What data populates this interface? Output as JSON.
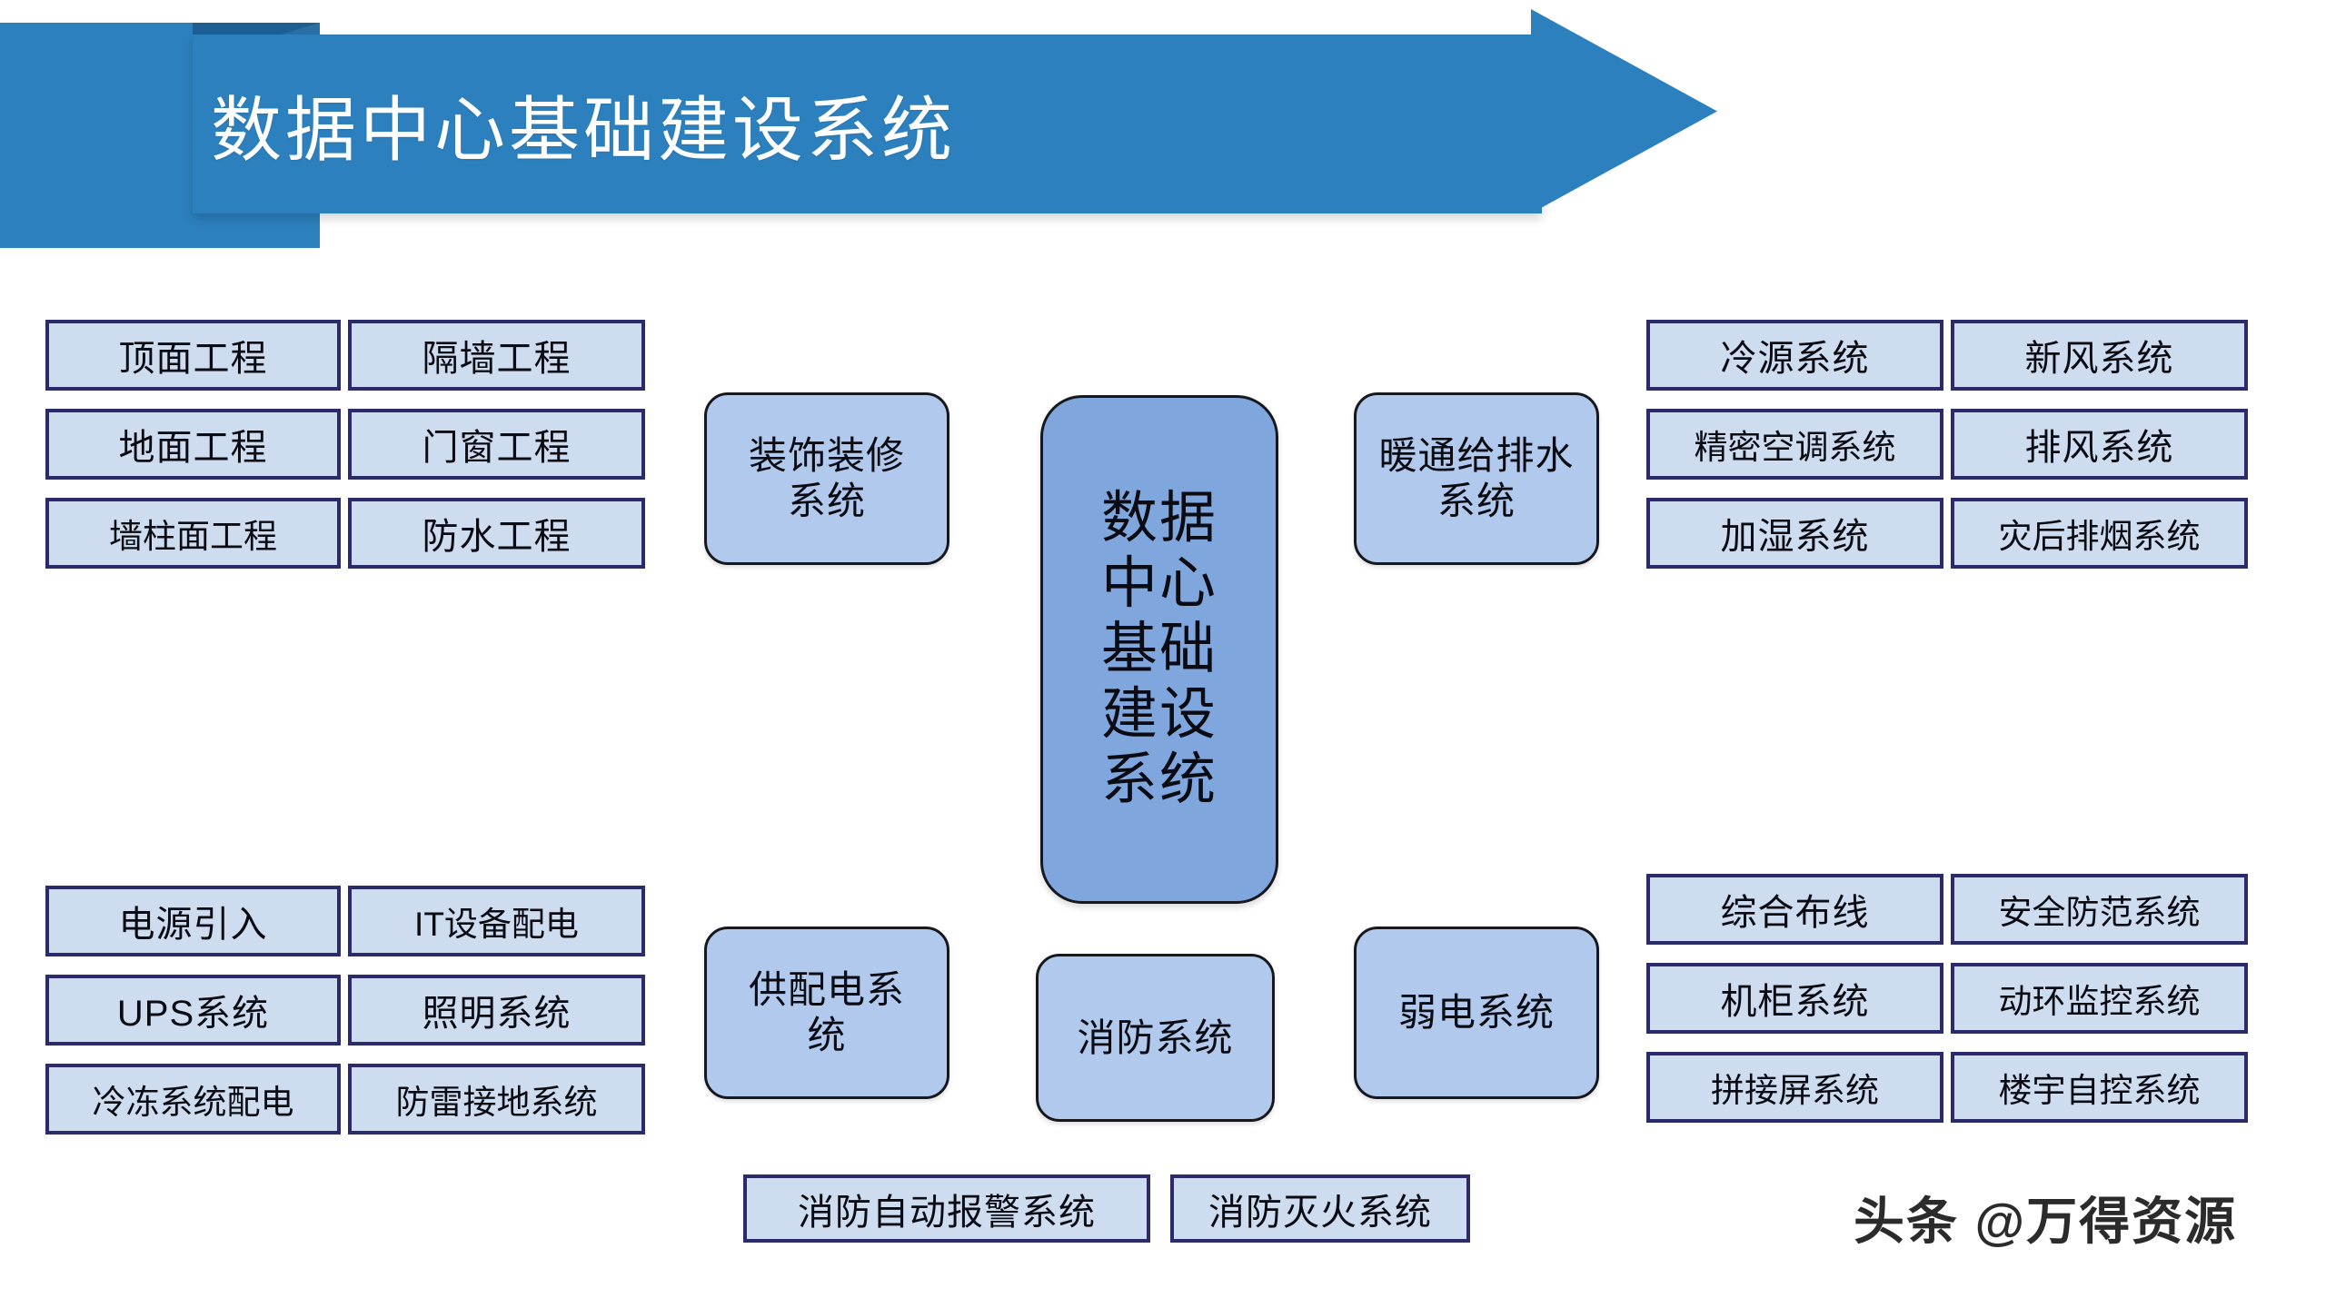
{
  "banner": {
    "title": "数据中心基础建设系统",
    "bar_color": "#2d80be",
    "fold_color": "#1d5f93",
    "title_color": "#ffffff"
  },
  "theme": {
    "leaf_fill": "#cedcf0",
    "leaf_border": "#2b2b6b",
    "node_fill": "#b1c9ec",
    "node_border": "#16181d",
    "hub_fill": "#7fa6dd",
    "text_color": "#0b0b14",
    "background": "#ffffff"
  },
  "hub": {
    "label": "数据中心基础建设系统"
  },
  "groups": {
    "decoration": {
      "node_label": "装饰装修系统",
      "leaves": [
        "顶面工程",
        "隔墙工程",
        "地面工程",
        "门窗工程",
        "墙柱面工程",
        "防水工程"
      ]
    },
    "hvac": {
      "node_label": "暖通给排水系统",
      "leaves": [
        "冷源系统",
        "新风系统",
        "精密空调系统",
        "排风系统",
        "加湿系统",
        "灾后排烟系统"
      ]
    },
    "power": {
      "node_label": "供配电系统",
      "leaves": [
        "电源引入",
        "IT设备配电",
        "UPS系统",
        "照明系统",
        "冷冻系统配电",
        "防雷接地系统"
      ]
    },
    "weak_current": {
      "node_label": "弱电系统",
      "leaves": [
        "综合布线",
        "安全防范系统",
        "机柜系统",
        "动环监控系统",
        "拼接屏系统",
        "楼宇自控系统"
      ]
    },
    "fire": {
      "node_label": "消防系统",
      "leaves": [
        "消防自动报警系统",
        "消防灭火系统"
      ]
    }
  },
  "watermark": {
    "text": "头条 @万得资源"
  },
  "chart_data": {
    "type": "diagram",
    "diagram_kind": "hierarchy-mindmap",
    "title": "数据中心基础建设系统",
    "center": "数据中心基础建设系统",
    "branches": [
      {
        "name": "装饰装修系统",
        "position": "left-top",
        "children": [
          "顶面工程",
          "隔墙工程",
          "地面工程",
          "门窗工程",
          "墙柱面工程",
          "防水工程"
        ]
      },
      {
        "name": "暖通给排水系统",
        "position": "right-top",
        "children": [
          "冷源系统",
          "新风系统",
          "精密空调系统",
          "排风系统",
          "加湿系统",
          "灾后排烟系统"
        ]
      },
      {
        "name": "供配电系统",
        "position": "left-bottom",
        "children": [
          "电源引入",
          "IT设备配电",
          "UPS系统",
          "照明系统",
          "冷冻系统配电",
          "防雷接地系统"
        ]
      },
      {
        "name": "弱电系统",
        "position": "right-bottom",
        "children": [
          "综合布线",
          "安全防范系统",
          "机柜系统",
          "动环监控系统",
          "拼接屏系统",
          "楼宇自控系统"
        ]
      },
      {
        "name": "消防系统",
        "position": "bottom-center",
        "children": [
          "消防自动报警系统",
          "消防灭火系统"
        ]
      }
    ]
  }
}
